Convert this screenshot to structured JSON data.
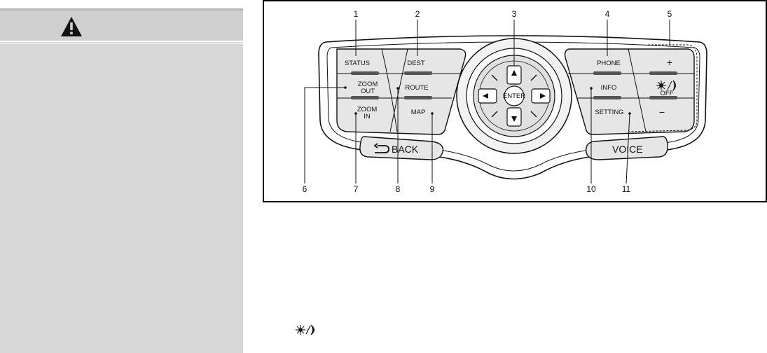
{
  "warning_panel": {
    "icon": "warning-triangle-icon"
  },
  "figure": {
    "callouts": [
      "1",
      "2",
      "3",
      "4",
      "5",
      "6",
      "7",
      "8",
      "9",
      "10",
      "11"
    ],
    "buttons": {
      "status": "STATUS",
      "dest": "DEST",
      "phone": "PHONE",
      "plus": "+",
      "zoom_out_1": "ZOOM",
      "zoom_out_2": "OUT",
      "route": "ROUTE",
      "info": "INFO",
      "day_night_off": "OFF",
      "zoom_in_1": "ZOOM",
      "zoom_in_2": "IN",
      "map": "MAP",
      "setting": "SETTING",
      "minus": "−",
      "enter": "ENTER",
      "back": "BACK",
      "voice": "VOICE"
    },
    "icons": [
      "up-arrow-icon",
      "down-arrow-icon",
      "left-arrow-icon",
      "right-arrow-icon",
      "back-arrow-icon",
      "day-night-icon"
    ]
  },
  "footer": {
    "icon": "day-night-icon"
  }
}
